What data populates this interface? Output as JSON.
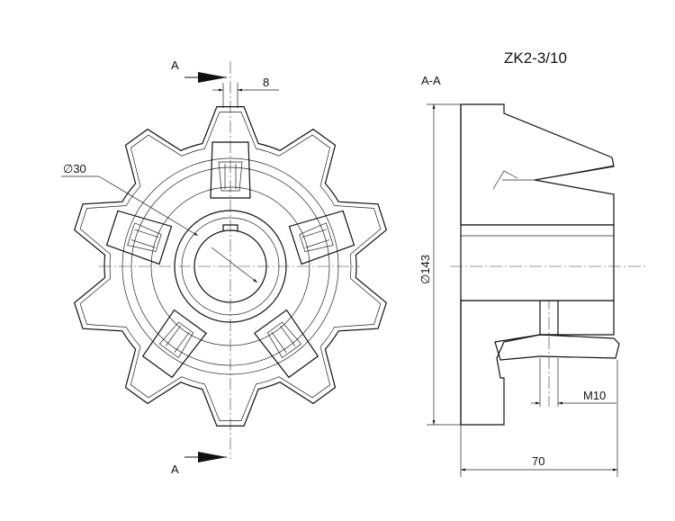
{
  "title": "ZK2-3/10",
  "section_label": "A-A",
  "section_marks": {
    "top": "A",
    "bottom": "A"
  },
  "dimensions": {
    "key_width": "8",
    "bore_diameter": "∅30",
    "outer_diameter": "∅143",
    "thread": "M10",
    "width": "70"
  },
  "sprocket": {
    "teeth": 10
  }
}
